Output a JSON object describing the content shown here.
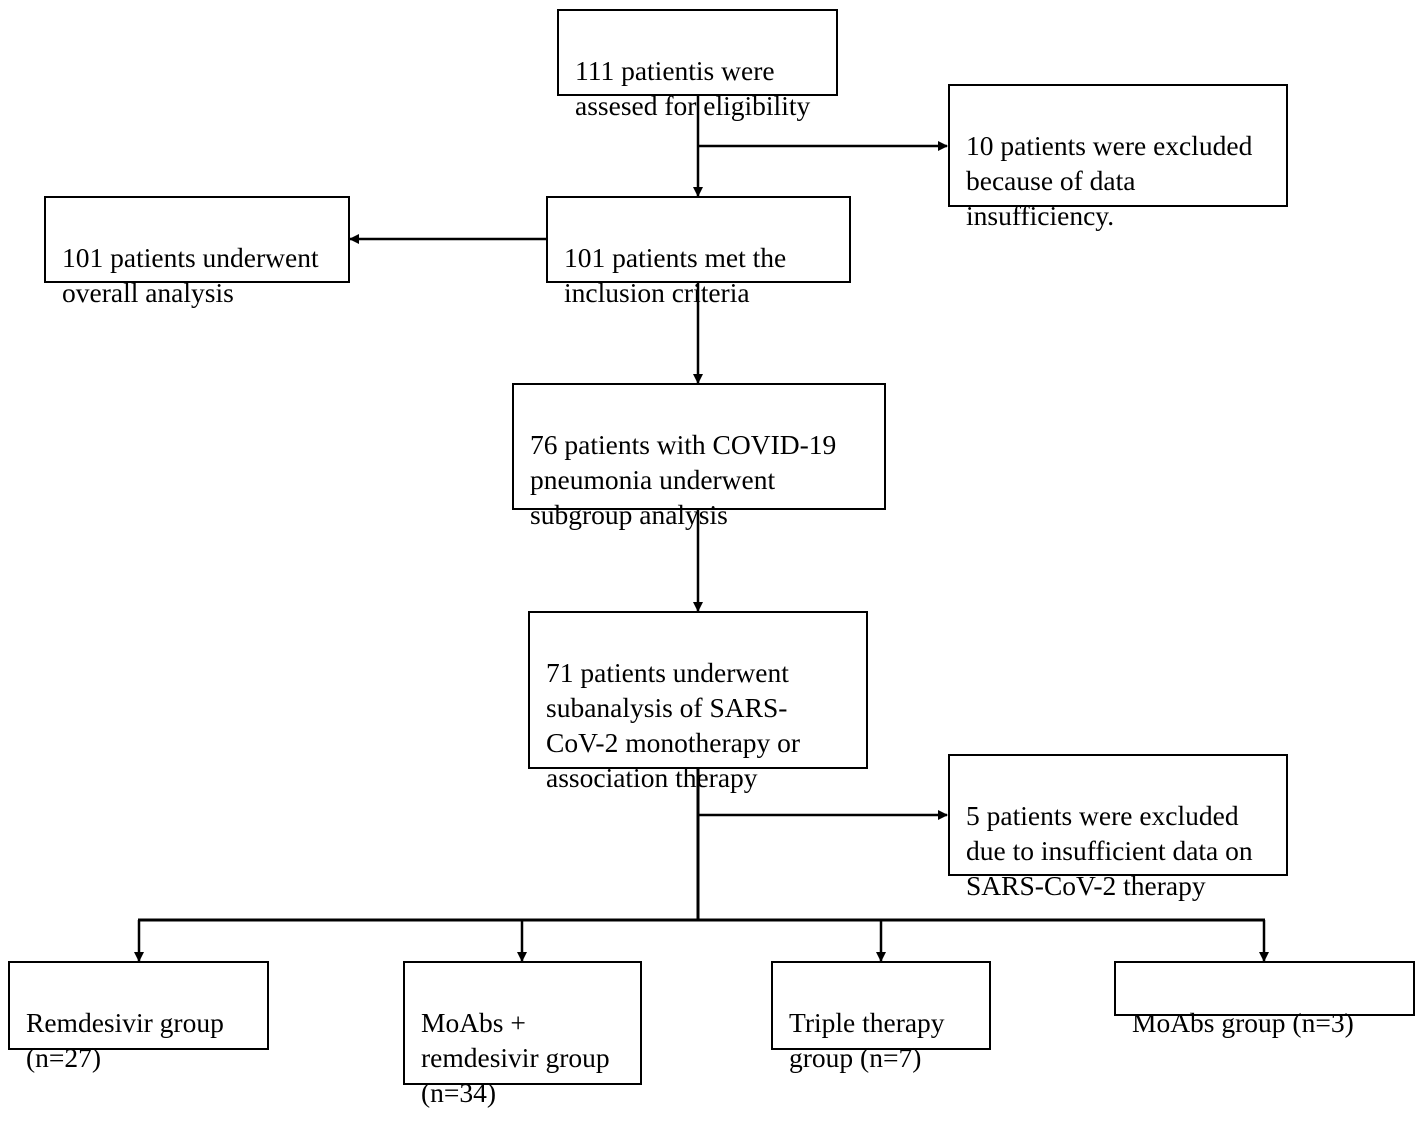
{
  "boxes": {
    "assessed": "111 patientis were\nassesed for eligibility",
    "excluded_data": "10 patients were excluded\nbecause of data\ninsufficiency.",
    "overall": "101 patients underwent\noverall analysis",
    "met_criteria": "101 patients met the\ninclusion criteria",
    "pneumonia": "76 patients with COVID-19\npneumonia underwent\nsubgroup analysis",
    "subanalysis": "71 patients underwent\nsubanalysis of SARS-\nCoV-2 monotherapy or\nassociation therapy",
    "excluded_therapy": "5 patients were excluded\ndue to insufficient data on\nSARS-CoV-2 therapy",
    "remdesivir": "Remdesivir group\n(n=27)",
    "moabs_remdesivir": "MoAbs +\nremdesivir group\n(n=34)",
    "triple": "Triple therapy\ngroup (n=7)",
    "moabs": "MoAbs group (n=3)"
  }
}
